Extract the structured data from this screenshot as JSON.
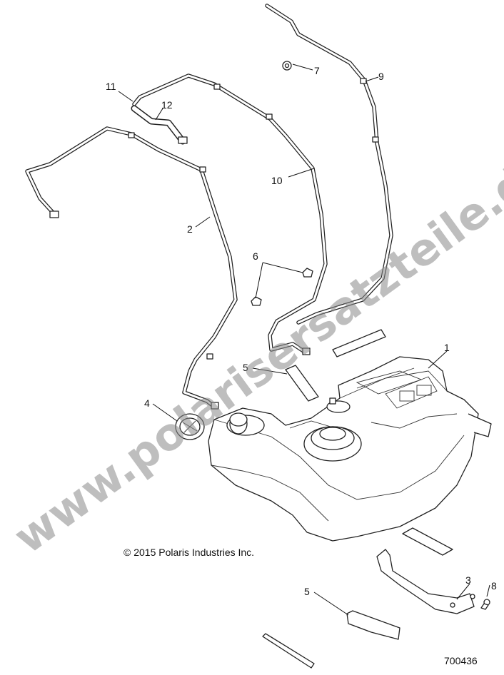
{
  "diagram": {
    "callouts": [
      "1",
      "2",
      "3",
      "4",
      "5",
      "5",
      "6",
      "7",
      "8",
      "9",
      "10",
      "11",
      "12"
    ],
    "copyright": "© 2015 Polaris Industries Inc.",
    "figure_number": "700436",
    "watermark": "www.polarisersatzteile.de"
  }
}
